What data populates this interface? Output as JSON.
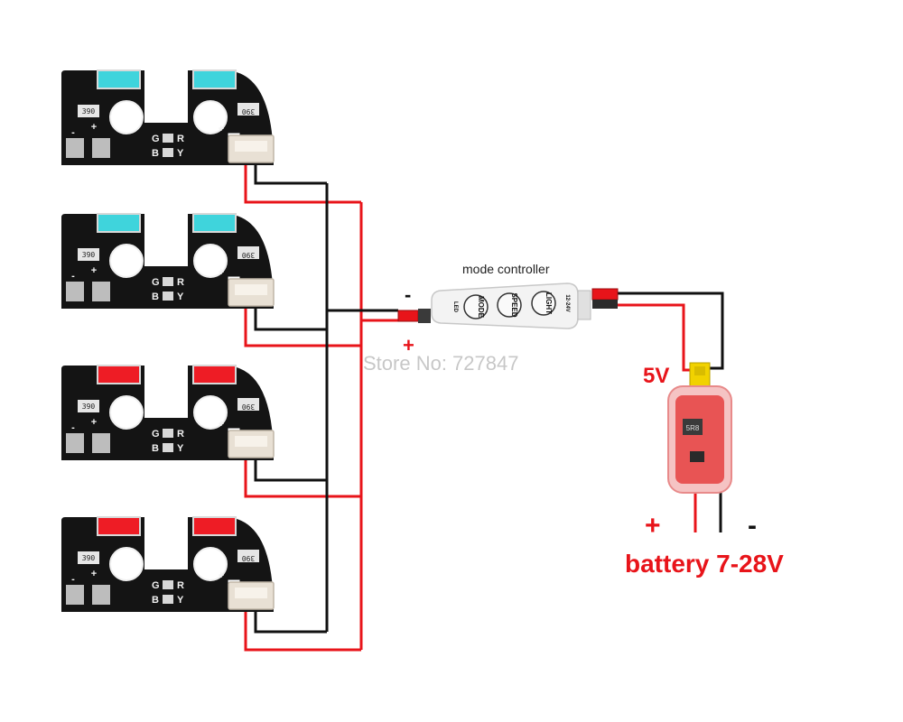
{
  "pcb": {
    "resistor_code": "390",
    "silk_plus": "+",
    "silk_minus": "-",
    "pad_labels": {
      "g": "G",
      "r": "R",
      "b": "B",
      "y": "Y"
    }
  },
  "boards": [
    {
      "led_color": "#3fd4dc"
    },
    {
      "led_color": "#3fd4dc"
    },
    {
      "led_color": "#ee1c25"
    },
    {
      "led_color": "#ee1c25"
    }
  ],
  "controller": {
    "title": "mode controller",
    "input_minus": "-",
    "input_plus": "+",
    "buttons": [
      "MODE",
      "SPEED",
      "LIGHT"
    ],
    "led_label": "LED",
    "voltage_label": "12-24V"
  },
  "watermark": "Store No: 727847",
  "regulator": {
    "output_label": "5V",
    "chip_label": "5R8",
    "battery_plus": "+",
    "battery_minus": "-",
    "battery_label": "battery 7-28V"
  },
  "colors": {
    "wire_red": "#e8141a",
    "wire_black": "#111111",
    "pcb": "#141414"
  }
}
